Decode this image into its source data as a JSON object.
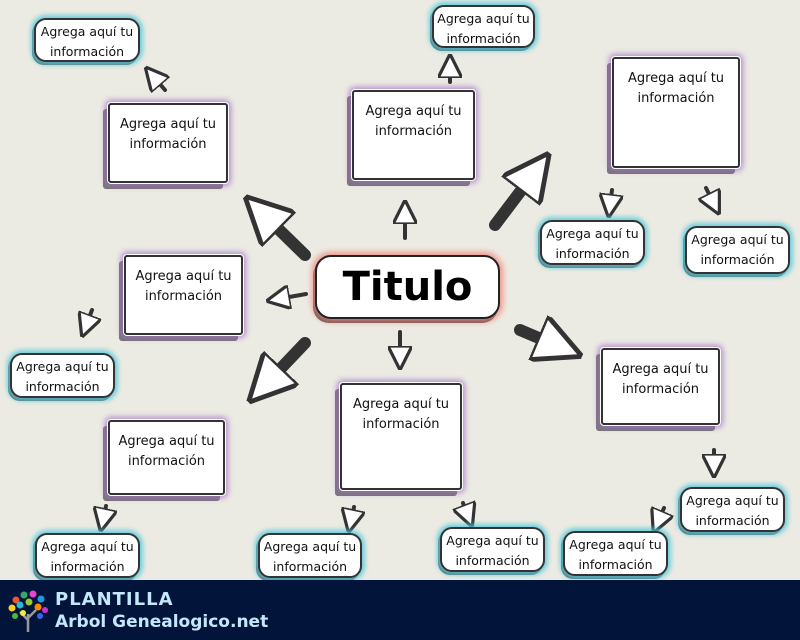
{
  "title": "Titulo",
  "boxes": {
    "l1": "Agrega aquí tu",
    "l2": "información"
  },
  "footer": {
    "line1": "PLANTILLA",
    "line2": "Arbol Genealogico.net"
  }
}
